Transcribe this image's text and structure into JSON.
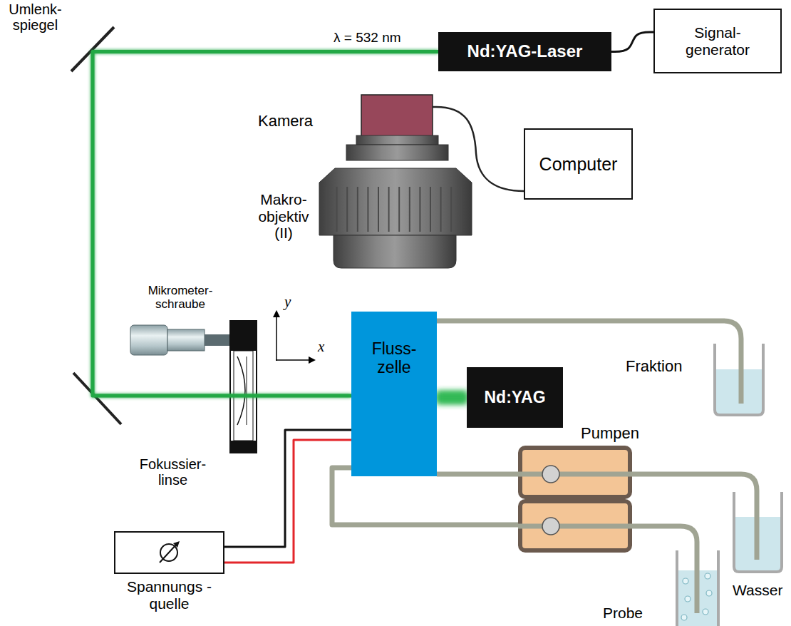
{
  "diagram": {
    "nodes": [
      {
        "text": [
          "Nd:YAG-Laser"
        ]
      },
      {
        "text": [
          "Signal- generator"
        ]
      },
      {
        "text": [
          "Computer"
        ]
      },
      {
        "text": [
          "Fluss- zelle"
        ]
      },
      {
        "text": [
          "Nd:YAG"
        ]
      },
      {
        "text": [
          "Pumpen"
        ]
      },
      {
        "text": [
          "Spannungs -quelle"
        ]
      }
    ],
    "edges": [
      {
        "from": 0,
        "to": 1,
        "arrow": "none"
      },
      {
        "from": 0,
        "to": 3,
        "arrow": "none",
        "label": "λ = 532 nm"
      },
      {
        "from": 3,
        "to": 4,
        "arrow": "none"
      },
      {
        "from": 3,
        "to": 5,
        "arrow": "none"
      },
      {
        "from": 3,
        "to": 5,
        "arrow": "none"
      },
      {
        "from": 6,
        "to": 3,
        "arrow": "none"
      },
      {
        "from": 6,
        "to": 3,
        "arrow": "none"
      }
    ],
    "labels": [
      "Umlenk- spiegel",
      "Kamera",
      "Makro- objektiv (II)",
      "Mikrometer- schraube",
      "y",
      "x",
      "Fokussier- linse",
      "Fraktion",
      "Wasser",
      "Probe"
    ]
  }
}
